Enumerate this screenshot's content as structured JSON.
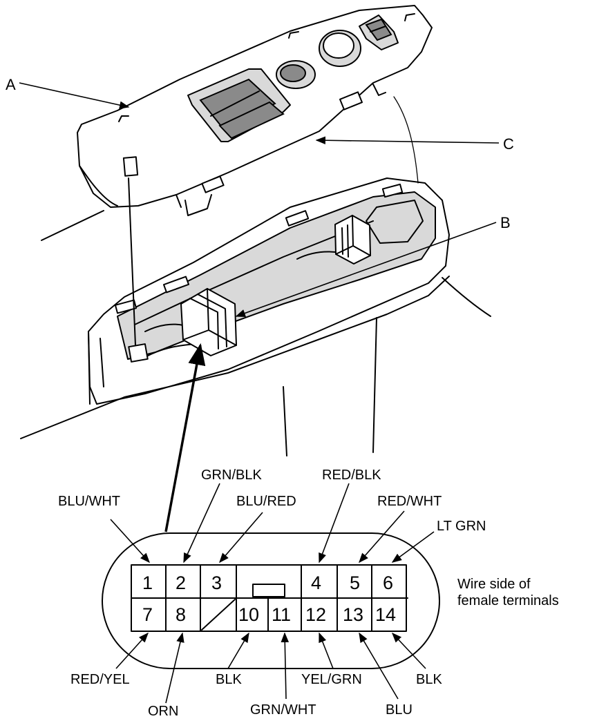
{
  "callouts": {
    "a": "A",
    "b": "B",
    "c": "C"
  },
  "note": {
    "line1": "Wire side of",
    "line2": "female terminals"
  },
  "terminals": {
    "t1": "1",
    "t2": "2",
    "t3": "3",
    "t4": "4",
    "t5": "5",
    "t6": "6",
    "t7": "7",
    "t8": "8",
    "t10": "10",
    "t11": "11",
    "t12": "12",
    "t13": "13",
    "t14": "14"
  },
  "wires": {
    "w1": "BLU/WHT",
    "w2": "GRN/BLK",
    "w3": "BLU/RED",
    "w4": "RED/BLK",
    "w5": "RED/WHT",
    "w6": "LT GRN",
    "w7": "RED/YEL",
    "w8": "ORN",
    "w10": "BLK",
    "w11": "GRN/WHT",
    "w12": "YEL/GRN",
    "w13": "BLU",
    "w14": "BLK"
  }
}
